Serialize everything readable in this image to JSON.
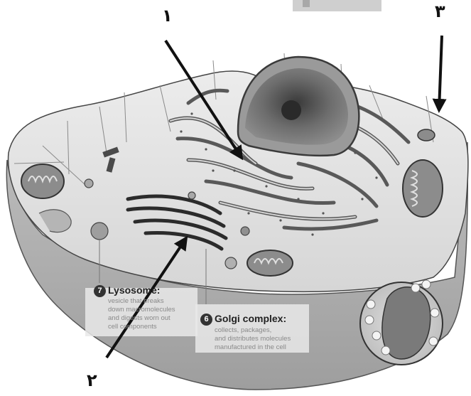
{
  "pointers": [
    {
      "number": "١"
    },
    {
      "number": "٢"
    },
    {
      "number": "٣"
    }
  ],
  "labels": {
    "lysosome": {
      "badge": "7",
      "title": "Lysosome:",
      "lines": [
        "vesicle that breaks",
        "down macromolecules",
        "and digests worn out",
        "cell components"
      ]
    },
    "golgi": {
      "badge": "6",
      "title": "Golgi complex:",
      "lines": [
        "collects, packages,",
        "and distributes molecules",
        "manufactured in the cell"
      ]
    }
  }
}
